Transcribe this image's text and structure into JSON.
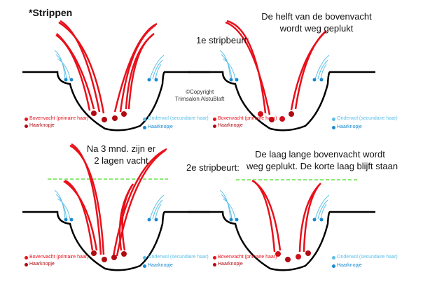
{
  "title": "*Strippen",
  "copyright": [
    "©Copyright",
    "Trimsalon AlstuBlaft"
  ],
  "colors": {
    "topcoat": "#e8101a",
    "follicle_top": "#d0101a",
    "follicle_dark": "#b00a12",
    "undercoat": "#5bbfe8",
    "undercoat_dot": "#1a8ad0",
    "skin": "#000000",
    "cut_line": "#44dd22"
  },
  "legend": {
    "topcoat": "Bovenvacht (primaire haar)",
    "topcoat_follicle": "Haarknopje",
    "undercoat": "Onderwol (secundaire haar)",
    "undercoat_follicle": "Haarknopje"
  },
  "panels": [
    {
      "id": "initial",
      "step_label": "",
      "note": []
    },
    {
      "id": "first-strip",
      "step_label": "1e stripbeurt:",
      "note": [
        "De helft van de bovenvacht",
        "wordt weg geplukt"
      ]
    },
    {
      "id": "after-3-months",
      "step_label": "",
      "note": [
        "Na 3 mnd. zijn er",
        "2 lagen vacht"
      ]
    },
    {
      "id": "second-strip",
      "step_label": "2e stripbeurt:",
      "note": [
        "De laag lange bovenvacht wordt",
        "weg geplukt. De korte laag blijft staan"
      ]
    }
  ]
}
